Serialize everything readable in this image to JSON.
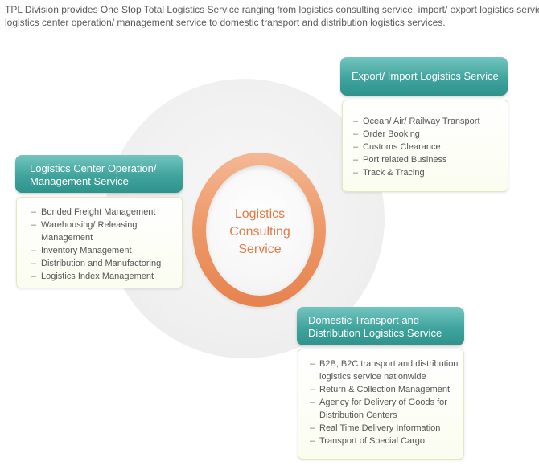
{
  "intro": {
    "line1": "TPL Division provides One Stop Total Logistics Service ranging from logistics consulting service, import/ export logistics service,",
    "line2": "logistics center operation/ management service to domestic transport and distribution logistics services."
  },
  "center": {
    "line1": "Logistics",
    "line2": "Consulting",
    "line3": "Service"
  },
  "export": {
    "title": "Export/ Import Logistics Service",
    "items": [
      "Ocean/ Air/ Railway Transport",
      "Order Booking",
      "Customs Clearance",
      "Port related Business",
      "Track & Tracing"
    ]
  },
  "center_op": {
    "title_line1": "Logistics Center Operation/",
    "title_line2": "Management Service",
    "items": [
      [
        "Bonded Freight Management"
      ],
      [
        "Warehousing/ Releasing",
        "Management"
      ],
      [
        "Inventory Management"
      ],
      [
        "Distribution and Manufactoring"
      ],
      [
        "Logistics Index Management"
      ]
    ]
  },
  "domestic": {
    "title_line1": "Domestic Transport and",
    "title_line2": "Distribution Logistics Service",
    "items": [
      [
        "B2B, B2C transport and distribution",
        "logistics service nationwide"
      ],
      [
        "Return & Collection Management"
      ],
      [
        "Agency for Delivery of Goods for",
        "Distribution Centers"
      ],
      [
        "Real Time Delivery Information"
      ],
      [
        "Transport of Special Cargo"
      ]
    ]
  },
  "colors": {
    "header": "#3fa49d",
    "center_text": "#e27a45",
    "ring": "#ee9a6a",
    "box_bg": "#fbfdf0"
  }
}
